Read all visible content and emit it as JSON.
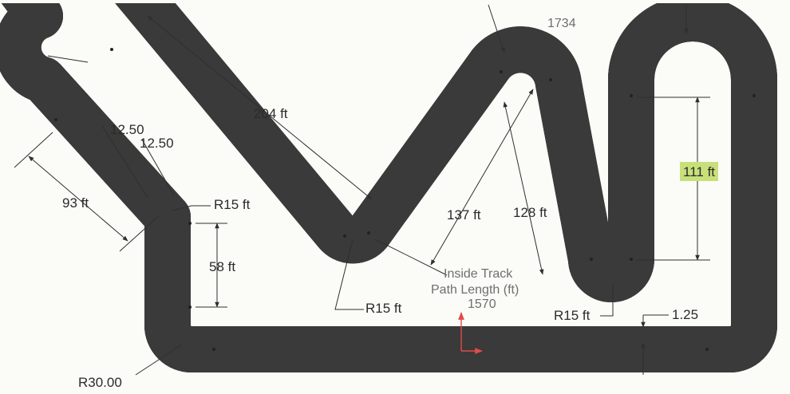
{
  "diagram": {
    "labels": {
      "top_partial": "1734",
      "len_204": "204 ft",
      "len_93": "93 ft",
      "w1": "12.50",
      "w2": "12.50",
      "r15_left": "R15 ft",
      "len_58": "58 ft",
      "r15_bottom_mid": "R15 ft",
      "len_137": "137 ft",
      "len_128": "128 ft",
      "len_111": "111 ft",
      "inside_track_1": "Inside Track",
      "inside_track_2": "Path Length (ft)",
      "inside_value": "1570",
      "r15_bottom_right": "R15 ft",
      "w_125": "1.25",
      "r30_partial": "R30.00"
    },
    "colors": {
      "track_fill": "#c8e07a",
      "track_outline": "#3a3a3a",
      "centerline": "#2a2a2a",
      "axis_red": "#e24a4a",
      "paper": "#fbfbf7"
    }
  }
}
